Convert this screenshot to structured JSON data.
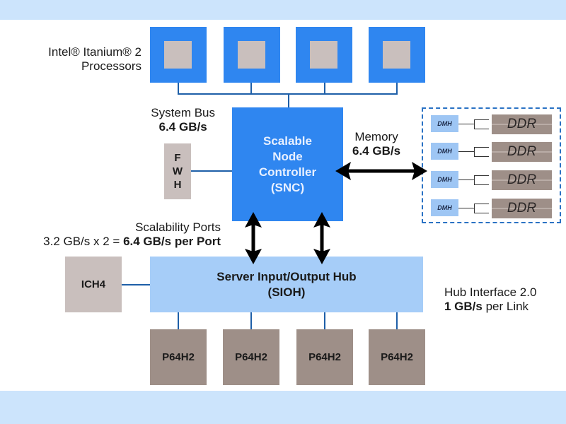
{
  "diagram": {
    "processors": {
      "label_line1": "Intel® Itanium® 2",
      "label_line2": "Processors",
      "count": 4
    },
    "system_bus": {
      "label": "System Bus",
      "bandwidth": "6.4 GB/s"
    },
    "snc": {
      "line1": "Scalable",
      "line2": "Node",
      "line3": "Controller",
      "line4": "(SNC)"
    },
    "fwh": {
      "line1": "F",
      "line2": "W",
      "line3": "H"
    },
    "memory": {
      "label": "Memory",
      "bandwidth": "6.4 GB/s",
      "channels": [
        {
          "dmh": "DMH",
          "ddr": "DDR"
        },
        {
          "dmh": "DMH",
          "ddr": "DDR"
        },
        {
          "dmh": "DMH",
          "ddr": "DDR"
        },
        {
          "dmh": "DMH",
          "ddr": "DDR"
        }
      ]
    },
    "scalability_ports": {
      "label": "Scalability Ports",
      "formula_prefix": "3.2 GB/s x 2 = ",
      "formula_bold": "6.4 GB/s per Port"
    },
    "sioh": {
      "line1": "Server Input/Output Hub",
      "line2": "(SIOH)"
    },
    "ich4": {
      "label": "ICH4"
    },
    "hub_interface": {
      "label": "Hub Interface 2.0",
      "bandwidth_bold": "1 GB/s",
      "bandwidth_suffix": " per Link"
    },
    "bridges": [
      {
        "label": "P64H2"
      },
      {
        "label": "P64H2"
      },
      {
        "label": "P64H2"
      },
      {
        "label": "P64H2"
      }
    ],
    "colors": {
      "band": "#cce4fc",
      "blue_block": "#2f86f0",
      "light_blue_block": "#a6cdf8",
      "gray_block": "#c9bfbd",
      "taupe_block": "#9e8f88",
      "bus_line": "#1e5fa8"
    }
  }
}
